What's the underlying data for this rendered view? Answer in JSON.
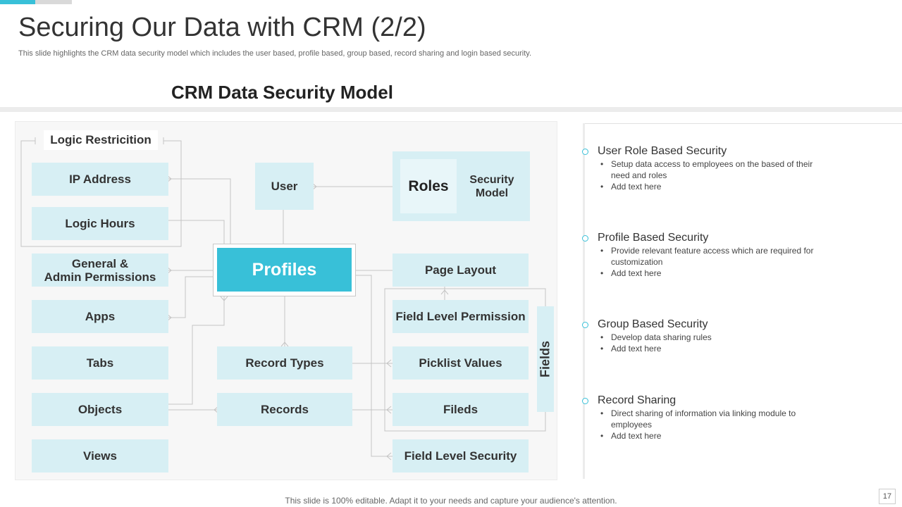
{
  "slide": {
    "title": "Securing Our Data with CRM (2/2)",
    "subtitle": "This slide highlights the CRM data security model which includes the user based, profile based, group based, record sharing and login based security.",
    "section_heading": "CRM Data Security Model",
    "footer": "This slide is 100% editable. Adapt it to your needs and capture your audience's attention.",
    "page_number": "17",
    "accent_color": "#38c0d8",
    "node_color": "#d7eff4"
  },
  "diagram": {
    "logic_group_label": "Logic Restricition",
    "left_column": [
      "IP Address",
      "Logic Hours",
      "General &\nAdmin Permissions",
      "Apps",
      "Tabs",
      "Objects",
      "Views"
    ],
    "user": "User",
    "roles": "Roles",
    "security_model": "Security\nModel",
    "profiles": "Profiles",
    "record_types": "Record Types",
    "records": "Records",
    "right_column": [
      "Page Layout",
      "Field Level Permission",
      "Picklist Values",
      "Fileds",
      "Field Level Security"
    ],
    "fields_label": "Fields"
  },
  "security_list": [
    {
      "heading": "User Role Based Security",
      "bullets": [
        "Setup data access to employees on the based of their need and roles",
        "Add text here"
      ]
    },
    {
      "heading": "Profile Based Security",
      "bullets": [
        "Provide relevant feature access which are required for customization",
        "Add text here"
      ]
    },
    {
      "heading": "Group Based Security",
      "bullets": [
        "Develop data sharing rules",
        "Add text here"
      ]
    },
    {
      "heading": "Record Sharing",
      "bullets": [
        "Direct sharing of information via linking module to employees",
        "Add text here"
      ]
    }
  ]
}
